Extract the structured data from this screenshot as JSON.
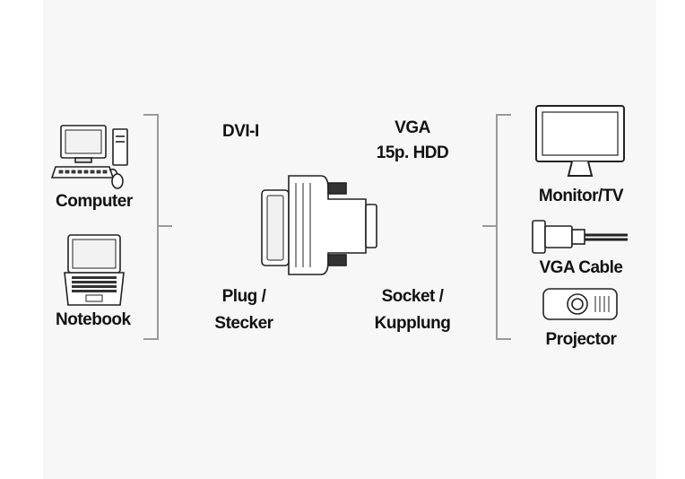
{
  "left_devices": {
    "computer": {
      "label": "Computer",
      "icon": "desktop-computer-icon"
    },
    "notebook": {
      "label": "Notebook",
      "icon": "notebook-icon"
    }
  },
  "adapter": {
    "dvi_side": {
      "connector": "DVI-I",
      "type_line1": "Plug /",
      "type_line2": "Stecker"
    },
    "vga_side": {
      "connector_line1": "VGA",
      "connector_line2": "15p. HDD",
      "type_line1": "Socket /",
      "type_line2": "Kupplung"
    }
  },
  "right_devices": {
    "monitor": {
      "label": "Monitor/TV",
      "icon": "monitor-icon"
    },
    "vga_cable": {
      "label": "VGA Cable",
      "icon": "vga-cable-icon"
    },
    "projector": {
      "label": "Projector",
      "icon": "projector-icon"
    }
  },
  "colors": {
    "line": "#9a9a9a",
    "ink": "#1a1a1a",
    "background": "#f7f7f7"
  }
}
